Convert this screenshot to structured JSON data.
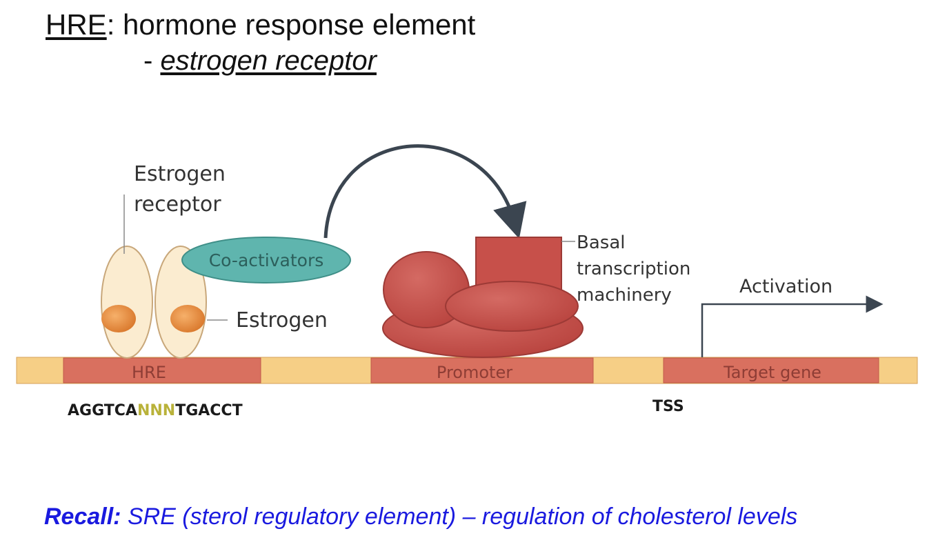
{
  "title": {
    "abbr": "HRE",
    "rest": ": hormone response element",
    "dash": "- ",
    "subtitle": "estrogen receptor"
  },
  "diagram": {
    "estrogen_receptor_line1": "Estrogen",
    "estrogen_receptor_line2": "receptor",
    "coactivators": "Co-activators",
    "estrogen": "Estrogen",
    "basal_line1": "Basal",
    "basal_line2": "transcription",
    "basal_line3": "machinery",
    "activation": "Activation",
    "hre": "HRE",
    "promoter": "Promoter",
    "target_gene": "Target gene",
    "sequence_start": "AGGTCA",
    "sequence_mid": "NNN",
    "sequence_end": "TGACCT",
    "tss": "TSS"
  },
  "recall": {
    "label": "Recall:",
    "text": " SRE (sterol regulatory element) – regulation of cholesterol levels"
  },
  "colors": {
    "dna_yellow": "#f6cf86",
    "dna_red": "#d9705f",
    "receptor_fill": "#fbecd0",
    "estrogen_fill": "#e7903e",
    "coactivator_fill": "#5fb5ae",
    "machinery_fill": "#c7504a",
    "recall_blue": "#1a1adf"
  }
}
